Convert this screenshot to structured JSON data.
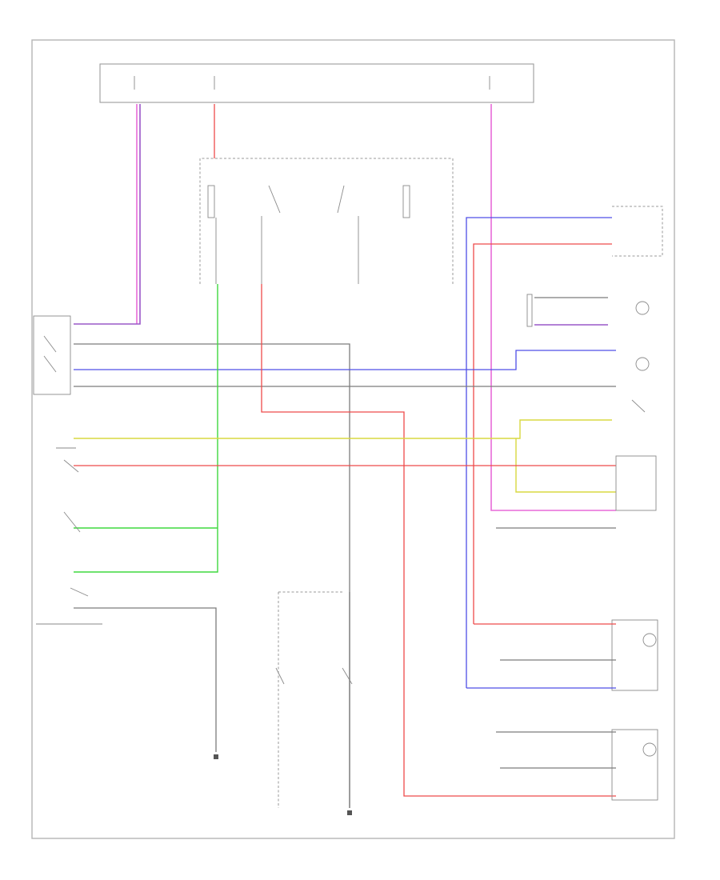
{
  "diagram": {
    "footer_code": "",
    "fuse_box": {
      "label": "",
      "fuses": [
        {
          "id": "fuse-1",
          "label": ""
        },
        {
          "id": "fuse-2",
          "label": ""
        },
        {
          "id": "fuse-3",
          "label": ""
        }
      ]
    },
    "components": [
      {
        "id": "relay-assembly",
        "label": ""
      },
      {
        "id": "dimmer-relay",
        "label": ""
      },
      {
        "id": "combination-meter",
        "label": ""
      },
      {
        "id": "high-beam-indicator",
        "label": ""
      },
      {
        "id": "passing-switch",
        "label": ""
      },
      {
        "id": "headlight-switch",
        "label": ""
      },
      {
        "id": "dimmer-switch",
        "label": ""
      },
      {
        "id": "combination-switch",
        "label": ""
      },
      {
        "id": "right-headlight",
        "label": ""
      },
      {
        "id": "left-headlight",
        "label": ""
      },
      {
        "id": "ground-connector",
        "label": ""
      }
    ],
    "wire_colors": {
      "pink": "#e86ad8",
      "purple": "#9a58c8",
      "blue": "#4f4fe6",
      "red": "#ee4a4a",
      "green": "#3fd83f",
      "yellow": "#d8d840",
      "gray": "#7c7c7c"
    }
  }
}
